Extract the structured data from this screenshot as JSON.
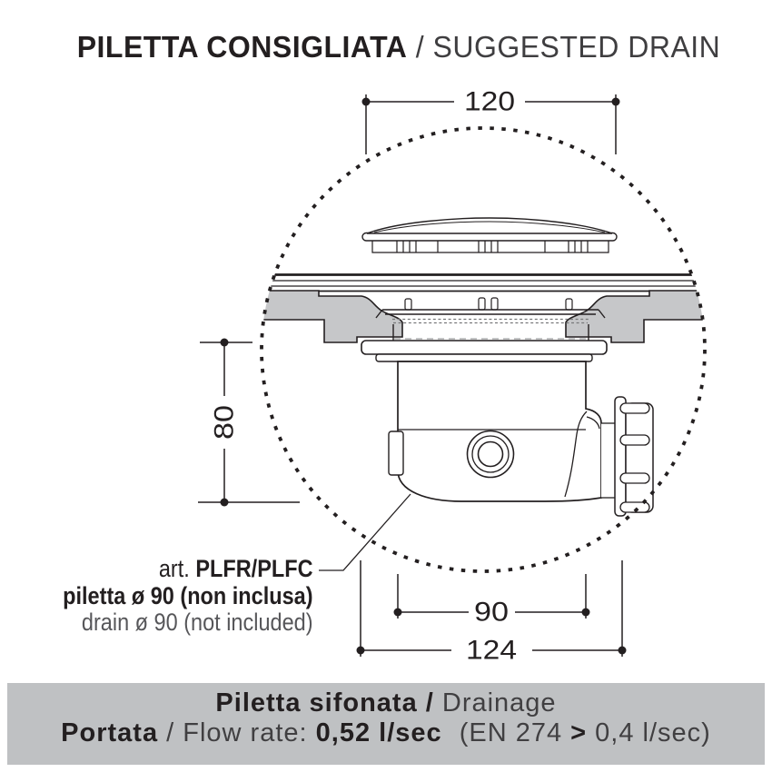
{
  "title": {
    "main": "PILETTA CONSIGLIATA",
    "secondary": "/ SUGGESTED DRAIN"
  },
  "dimensions": {
    "top_width": "120",
    "body_height": "80",
    "drain_hole": "90",
    "overall_width": "124"
  },
  "callout": {
    "art_label": "art.",
    "art_code": "PLFR/PLFC",
    "piletta_it": "piletta ø 90 (non inclusa)",
    "drain_en": "drain ø 90 (not included)"
  },
  "footer": {
    "line1_bold": "Piletta sifonata /",
    "line1_regular": "Drainage",
    "line2_bold1": "Portata",
    "line2_regular1": "/ Flow rate:",
    "line2_value": "0,52 l/sec",
    "line2_spec_open": "(EN 274",
    "line2_gt": ">",
    "line2_spec_close": "0,4 l/sec)"
  },
  "colors": {
    "ink": "#231f20",
    "title_secondary": "#3f3e40",
    "muted_text": "#57575a",
    "tray_fill": "#c6c7c9",
    "footer_bg": "#bfc1c3"
  }
}
